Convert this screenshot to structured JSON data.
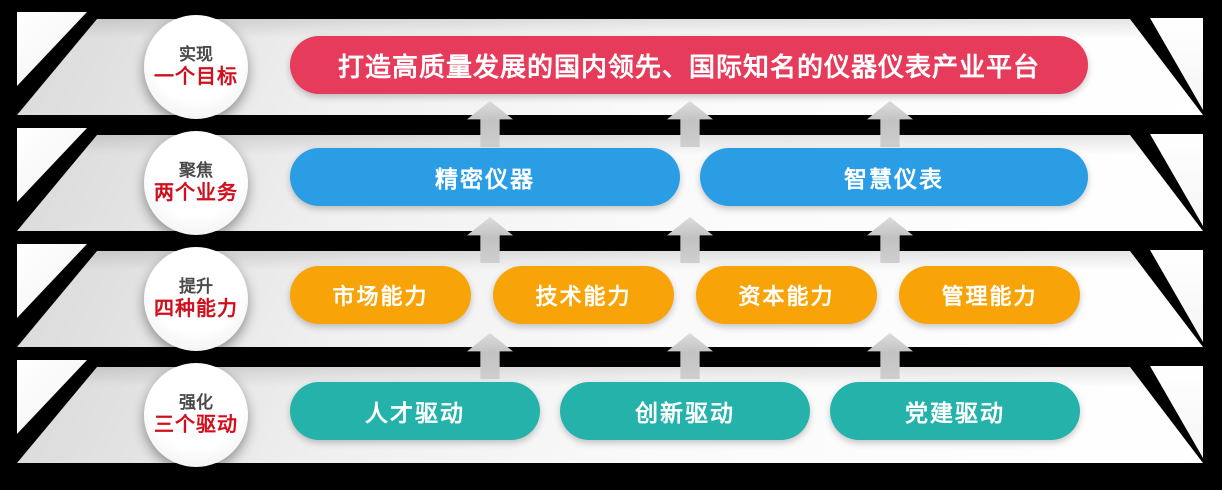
{
  "diagram": {
    "title_hint": "strategy-levels-infographic",
    "rows": [
      {
        "badge": {
          "line1": "实现",
          "line2": "一个目标"
        },
        "pill_color": "#e73b5b",
        "pills": [
          {
            "label": "打造高质量发展的国内领先、国际知名的仪器仪表产业平台"
          }
        ]
      },
      {
        "badge": {
          "line1": "聚焦",
          "line2": "两个业务"
        },
        "pill_color": "#2b9de4",
        "pills": [
          {
            "label": "精密仪器"
          },
          {
            "label": "智慧仪表"
          }
        ]
      },
      {
        "badge": {
          "line1": "提升",
          "line2": "四种能力"
        },
        "pill_color": "#f8a408",
        "pills": [
          {
            "label": "市场能力"
          },
          {
            "label": "技术能力"
          },
          {
            "label": "资本能力"
          },
          {
            "label": "管理能力"
          }
        ]
      },
      {
        "badge": {
          "line1": "强化",
          "line2": "三个驱动"
        },
        "pill_color": "#25b2ab",
        "pills": [
          {
            "label": "人才驱动"
          },
          {
            "label": "创新驱动"
          },
          {
            "label": "党建驱动"
          }
        ]
      }
    ],
    "colors": {
      "background": "#000000",
      "badge_primary_text": "#4a4a4a",
      "badge_accent_text": "#d0101c",
      "band_gradient_start": "#d8d8d8",
      "band_gradient_end": "#ffffff",
      "arrow": "#c6c6c6",
      "pill_text": "#ffffff"
    }
  }
}
